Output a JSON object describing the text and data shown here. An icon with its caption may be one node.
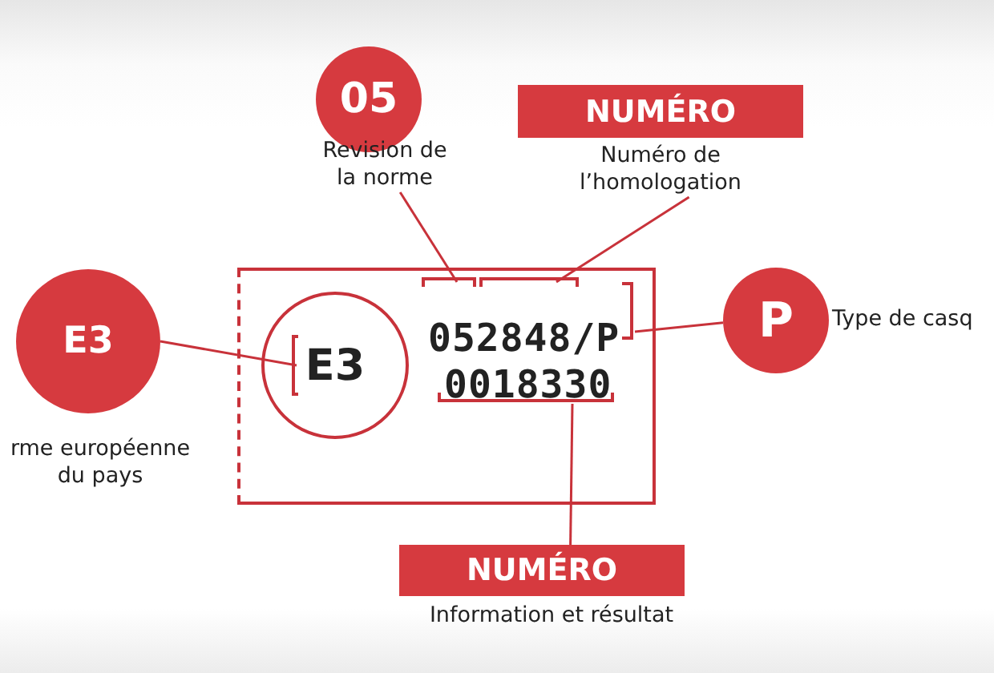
{
  "diagram": {
    "nodes": [
      {
        "text": [
          "E3",
          "rme européenne du pays"
        ]
      },
      {
        "text": [
          "05",
          "Revision de la norme"
        ]
      },
      {
        "text": [
          "NUMÉRO",
          "Numéro de l’homologation"
        ]
      },
      {
        "text": [
          "P",
          "Type de casq"
        ]
      },
      {
        "text": [
          "NUMÉRO",
          "Information et résultat"
        ]
      },
      {
        "text": [],
        "shape": "box"
      },
      {
        "text": [
          "E3"
        ],
        "in": 5
      },
      {
        "text": [
          "052848/P"
        ],
        "in": 5
      },
      {
        "text": [
          "0018330"
        ],
        "in": 5
      }
    ],
    "edges": [
      {
        "from": 0,
        "to": 6,
        "arrow": "none"
      },
      {
        "from": 1,
        "to": 7,
        "arrow": "none"
      },
      {
        "from": 2,
        "to": 7,
        "arrow": "none"
      },
      {
        "from": 3,
        "to": 7,
        "arrow": "none"
      },
      {
        "from": 4,
        "to": 8,
        "arrow": "none"
      }
    ]
  }
}
